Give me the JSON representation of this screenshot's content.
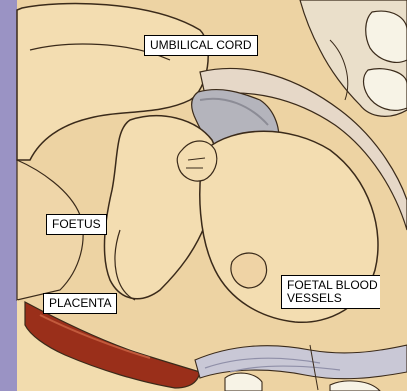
{
  "labels": {
    "umbilical_cord": "UMBILICAL CORD",
    "foetus": "FOETUS",
    "placenta": "PLACENTA",
    "foetal_blood_vessels": "FOETAL BLOOD\nVESSELS"
  },
  "colors": {
    "frame": "#9a93c4",
    "skin": "#f2dcae",
    "skin_shadow": "#dcb98c",
    "outline": "#3a2a1a",
    "cord_grey": "#b4b4bc",
    "placenta": "#9a2f1a",
    "membrane": "#e6d8c8",
    "bone": "#f7f3e6"
  }
}
